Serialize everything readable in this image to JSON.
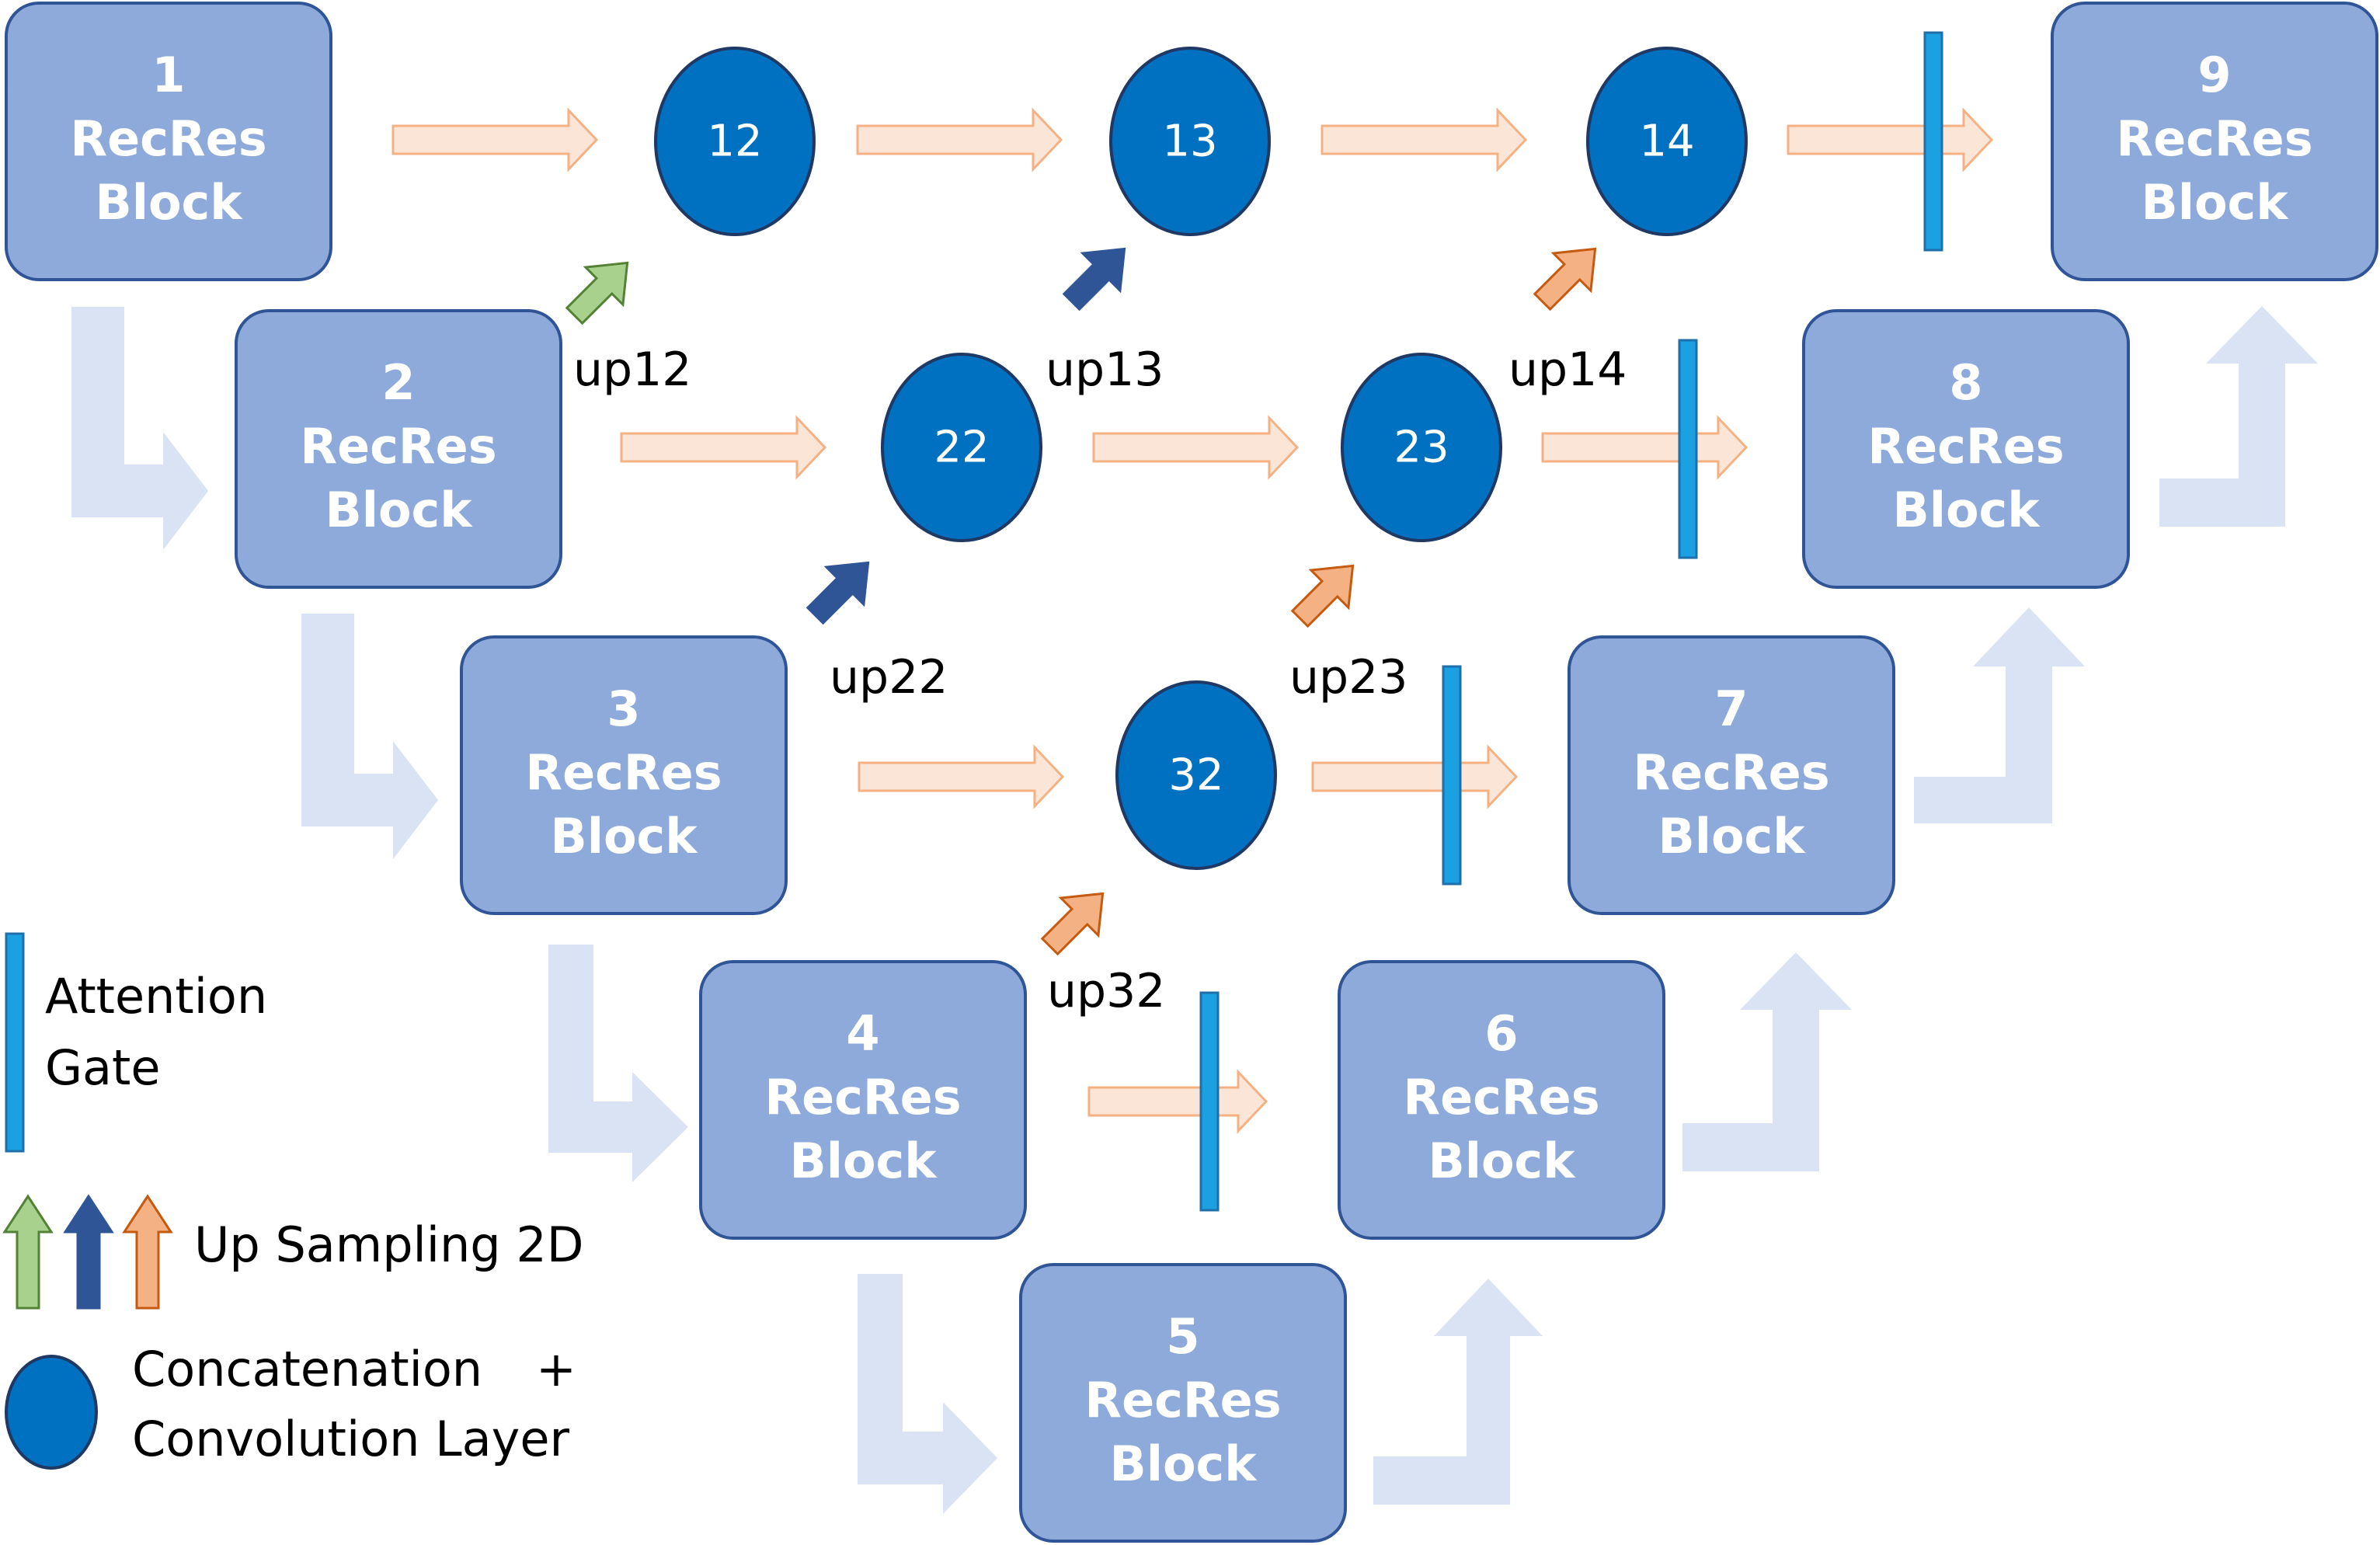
{
  "colors": {
    "block_fill": "#8eaadb",
    "block_stroke": "#2f5597",
    "node_fill": "#0070c0",
    "node_stroke": "#1f3864",
    "skip_arrow_fill": "#fbe5d6",
    "skip_arrow_stroke": "#f4b183",
    "flow_arrow": "#dae3f3",
    "attention_gate": "#1ba1e2",
    "up_green": "#a9d18e",
    "up_blue": "#2f5597",
    "up_orange": "#f4b183"
  },
  "blocks": [
    {
      "num": "1",
      "line1": "RecRes",
      "line2": "Block"
    },
    {
      "num": "2",
      "line1": "RecRes",
      "line2": "Block"
    },
    {
      "num": "3",
      "line1": "RecRes",
      "line2": "Block"
    },
    {
      "num": "4",
      "line1": "RecRes",
      "line2": "Block"
    },
    {
      "num": "5",
      "line1": "RecRes",
      "line2": "Block"
    },
    {
      "num": "6",
      "line1": "RecRes",
      "line2": "Block"
    },
    {
      "num": "7",
      "line1": "RecRes",
      "line2": "Block"
    },
    {
      "num": "8",
      "line1": "RecRes",
      "line2": "Block"
    },
    {
      "num": "9",
      "line1": "RecRes",
      "line2": "Block"
    }
  ],
  "nodes": [
    "12",
    "13",
    "14",
    "22",
    "23",
    "32"
  ],
  "up_labels": [
    "up12",
    "up13",
    "up14",
    "up22",
    "up23",
    "up32"
  ],
  "legend": {
    "attention_line1": "Attention",
    "attention_line2": "Gate",
    "upsampling": "Up Sampling 2D",
    "concat_line1": "Concatenation",
    "concat_plus": "+",
    "concat_line2": "Convolution Layer"
  }
}
